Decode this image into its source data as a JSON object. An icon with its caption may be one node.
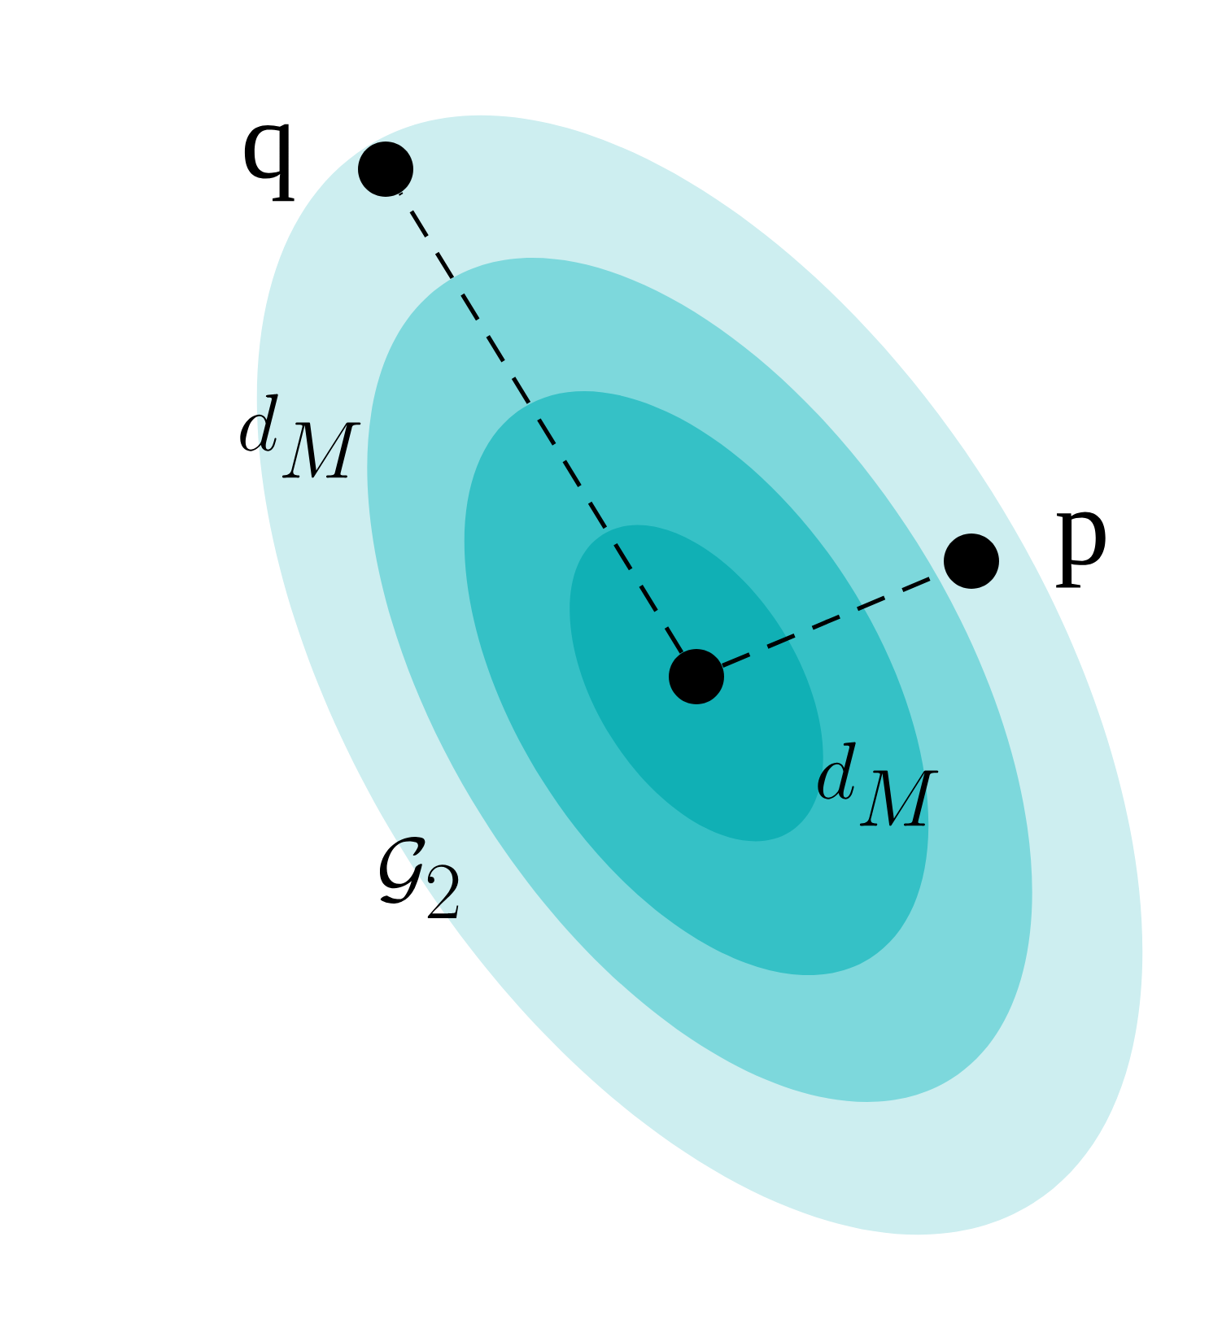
{
  "diagram": {
    "nodes": [
      {
        "text": [],
        "shape": "circle",
        "beside": [
          "q"
        ]
      },
      {
        "text": [],
        "shape": "circle",
        "beside": [
          "p"
        ]
      },
      {
        "text": [],
        "shape": "circle"
      }
    ],
    "edges": [
      {
        "from": 2,
        "to": 0,
        "arrow": "none",
        "style": "dashed",
        "label": "d_M"
      },
      {
        "from": 2,
        "to": 1,
        "arrow": "none",
        "style": "dashed",
        "label": "d_M"
      }
    ],
    "labels": [
      "\\mathcal{G}_2"
    ]
  }
}
